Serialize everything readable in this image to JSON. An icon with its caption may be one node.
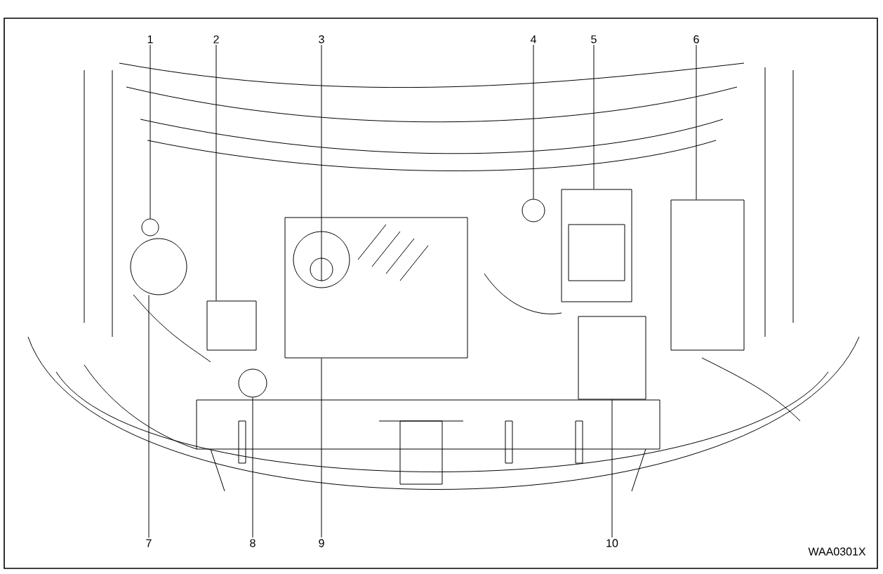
{
  "diagram": {
    "nodes": [
      {
        "text": [
          "1"
        ]
      },
      {
        "text": [
          "2"
        ]
      },
      {
        "text": [
          "3"
        ]
      },
      {
        "text": [
          "4"
        ]
      },
      {
        "text": [
          "5"
        ]
      },
      {
        "text": [
          "6"
        ]
      },
      {
        "text": [
          "7"
        ]
      },
      {
        "text": [
          "8"
        ]
      },
      {
        "text": [
          "9"
        ]
      },
      {
        "text": [
          "10"
        ]
      },
      {
        "text": [],
        "shape": "circle"
      },
      {
        "text": [],
        "shape": "box"
      },
      {
        "text": [],
        "shape": "box"
      },
      {
        "text": [],
        "shape": "circle",
        "in": 12
      },
      {
        "text": [],
        "shape": "circle"
      },
      {
        "text": [],
        "shape": "box"
      },
      {
        "text": [],
        "shape": "box"
      },
      {
        "text": [],
        "shape": "circle"
      },
      {
        "text": [],
        "shape": "circle"
      },
      {
        "text": [],
        "shape": "box"
      }
    ],
    "edges": [
      {
        "from": 0,
        "to": 10,
        "arrow": "none"
      },
      {
        "from": 1,
        "to": 11,
        "arrow": "none"
      },
      {
        "from": 2,
        "to": 13,
        "arrow": "none"
      },
      {
        "from": 3,
        "to": 14,
        "arrow": "none"
      },
      {
        "from": 4,
        "to": 15,
        "arrow": "none"
      },
      {
        "from": 5,
        "to": 16,
        "arrow": "none"
      },
      {
        "from": 6,
        "to": 17,
        "arrow": "none"
      },
      {
        "from": 7,
        "to": 18,
        "arrow": "none"
      },
      {
        "from": 8,
        "to": 12,
        "arrow": "none"
      },
      {
        "from": 9,
        "to": 19,
        "arrow": "none"
      }
    ],
    "labels": [
      "WAA0301X"
    ]
  }
}
